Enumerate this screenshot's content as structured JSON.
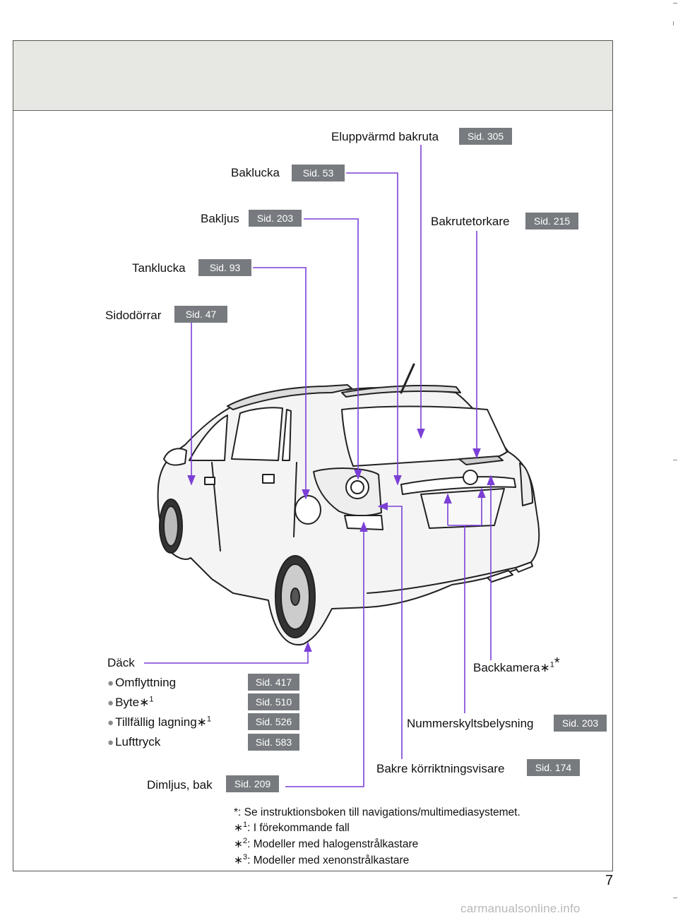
{
  "labels": {
    "eluppvarmd": "Eluppvärmd bakruta",
    "baklucka": "Baklucka",
    "bakljus": "Bakljus",
    "bakrutetorkare": "Bakrutetorkare",
    "tanklucka": "Tanklucka",
    "sidodorrar": "Sidodörrar",
    "dack": "Däck",
    "backkamera": "Backkamera∗",
    "nummerskylt": "Nummerskyltsbelysning",
    "bakre_korr": "Bakre körriktningsvisare",
    "dimljus": "Dimljus, bak"
  },
  "badges": {
    "eluppvarmd": "Sid. 305",
    "baklucka": "Sid. 53",
    "bakljus": "Sid. 203",
    "bakrutetorkare": "Sid. 215",
    "tanklucka": "Sid. 93",
    "sidodorrar": "Sid. 47",
    "omflyttning": "Sid. 417",
    "byte": "Sid. 510",
    "tillfallig": "Sid. 526",
    "lufttryck": "Sid. 583",
    "nummerskylt": "Sid. 203",
    "bakre_korr": "Sid. 174",
    "dimljus": "Sid. 209"
  },
  "tire_items": {
    "omflyttning": "Omflyttning",
    "byte": "Byte∗",
    "tillfallig": "Tillfällig lagning∗",
    "lufttryck": "Lufttryck"
  },
  "bullet_glyph": "●",
  "footnotes": {
    "star": "*: Se instruktionsboken till navigations/multimediasystemet.",
    "f1": ": I förekommande fall",
    "f2": ": Modeller med halogenstrålkastare",
    "f3": ": Modeller med xenonstrålkastare",
    "mark": "∗",
    "n1": "1",
    "n2": "2",
    "n3": "3"
  },
  "page_number": "7",
  "watermark": "carmanualsonline.info",
  "colors": {
    "leader": "#7b3fd6",
    "badge": "#777b7f",
    "header_band": "#e7e8e3"
  }
}
